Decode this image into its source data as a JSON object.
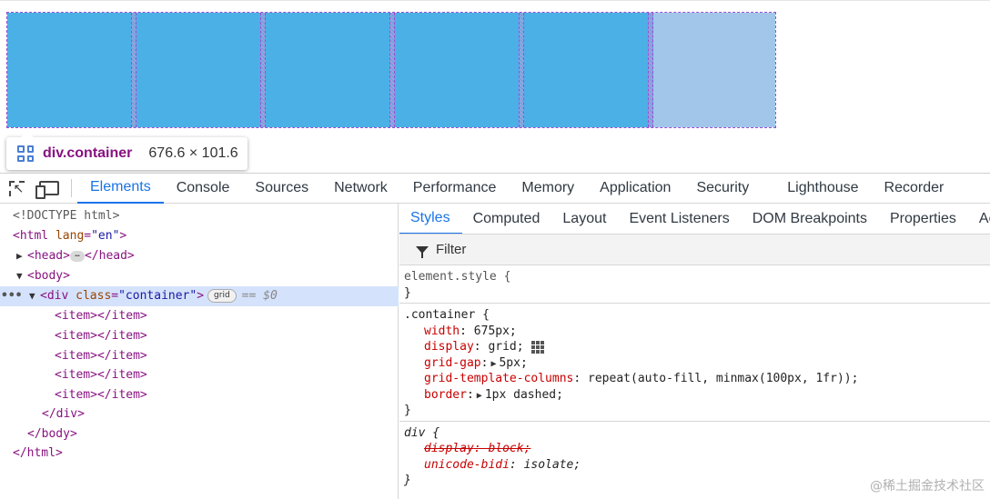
{
  "tooltip": {
    "name": "div.container",
    "size": "676.6 × 101.6",
    "icon": "grid-icon"
  },
  "viewport": {
    "cell_color": "#4bb0e6",
    "empty_cell_color": "#a2c6ea",
    "overlay_color": "#9a4fd3"
  },
  "devtools": {
    "tabs": [
      "Elements",
      "Console",
      "Sources",
      "Network",
      "Performance",
      "Memory",
      "Application",
      "Security",
      "Lighthouse",
      "Recorder"
    ],
    "active_tab": "Elements",
    "sub_tabs": [
      "Styles",
      "Computed",
      "Layout",
      "Event Listeners",
      "DOM Breakpoints",
      "Properties",
      "Ac"
    ],
    "active_sub_tab": "Styles",
    "filter_placeholder": "Filter"
  },
  "dom": {
    "doctype": "<!DOCTYPE html>",
    "html_open": "<html",
    "lang_attr": "lang",
    "lang_val": "\"en\"",
    "head_open": "<head>",
    "head_close": "</head>",
    "body_open": "<body>",
    "div_open": "<div",
    "class_attr": "class",
    "class_val": "\"container\"",
    "badge": "grid",
    "eq": "== $0",
    "item": "<item></item>",
    "div_close": "</div>",
    "body_close": "</body>",
    "html_close": "</html>"
  },
  "styles": {
    "element_style": "element.style {",
    "container_selector": ".container {",
    "container_props": [
      {
        "name": "width",
        "value": "675px;"
      },
      {
        "name": "display",
        "value": "grid;"
      },
      {
        "name": "grid-gap",
        "value": "5px;"
      },
      {
        "name": "grid-template-columns",
        "value": "repeat(auto-fill, minmax(100px, 1fr));"
      },
      {
        "name": "border",
        "value": "1px dashed;"
      }
    ],
    "div_selector": "div {",
    "div_props": [
      {
        "name": "display",
        "value": "block;"
      },
      {
        "name": "unicode-bidi",
        "value": "isolate;"
      }
    ],
    "close_brace": "}"
  },
  "watermark": "@稀土掘金技术社区"
}
